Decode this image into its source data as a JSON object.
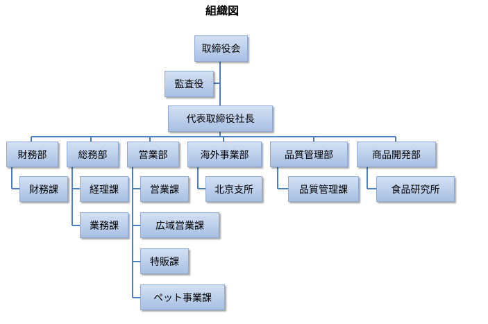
{
  "title": "組織図",
  "board": "取締役会",
  "auditor": "監査役",
  "president": "代表取締役社長",
  "departments": [
    {
      "name": "財務部",
      "sections": [
        "財務課"
      ]
    },
    {
      "name": "総務部",
      "sections": [
        "経理課",
        "業務課"
      ]
    },
    {
      "name": "営業部",
      "sections": [
        "営業課",
        "広域営業課",
        "特販課",
        "ペット事業課"
      ]
    },
    {
      "name": "海外事業部",
      "sections": [
        "北京支所"
      ]
    },
    {
      "name": "品質管理部",
      "sections": [
        "品質管理課"
      ]
    },
    {
      "name": "商品開発部",
      "sections": [
        "食品研究所"
      ]
    }
  ],
  "colors": {
    "box_top": "#d3e0f2",
    "box_bottom": "#a8c0e4",
    "line": "#4a7fc0"
  }
}
